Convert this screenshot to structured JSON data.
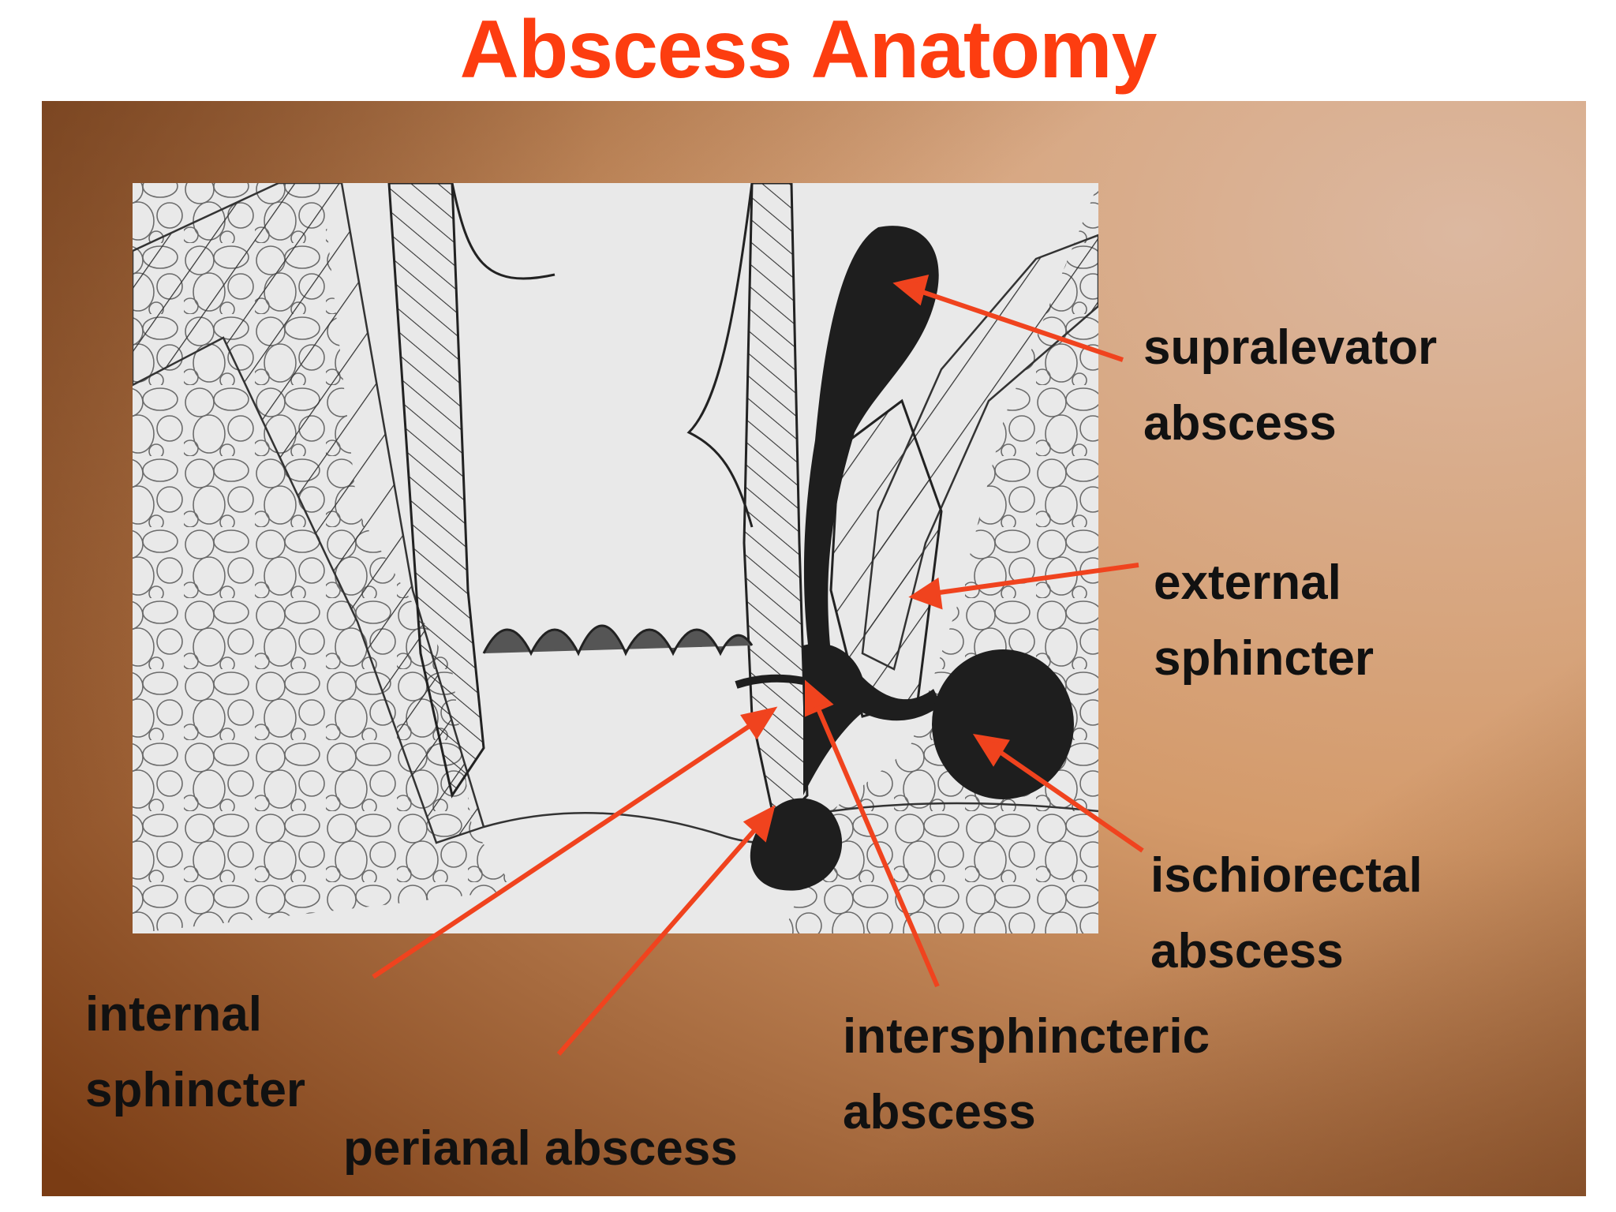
{
  "title": "Abscess Anatomy",
  "colors": {
    "title": "#fd3d10",
    "arrow": "#f0431e",
    "label_text": "#111111",
    "abscess_fill": "#1e1e1e",
    "drawing_background": "#e9e9e9",
    "gradient_dark": "#7a3c14",
    "gradient_mid": "#d49a6a",
    "gradient_light": "#dcb8a0"
  },
  "labels": {
    "supralevator": [
      "supralevator",
      "abscess"
    ],
    "external_sphincter": [
      "external",
      "sphincter"
    ],
    "ischiorectal": [
      "ischiorectal",
      "abscess"
    ],
    "internal_sphincter": [
      "internal",
      "sphincter"
    ],
    "intersphincteric": [
      "intersphincteric",
      "abscess"
    ],
    "perianal": "perianal abscess"
  }
}
